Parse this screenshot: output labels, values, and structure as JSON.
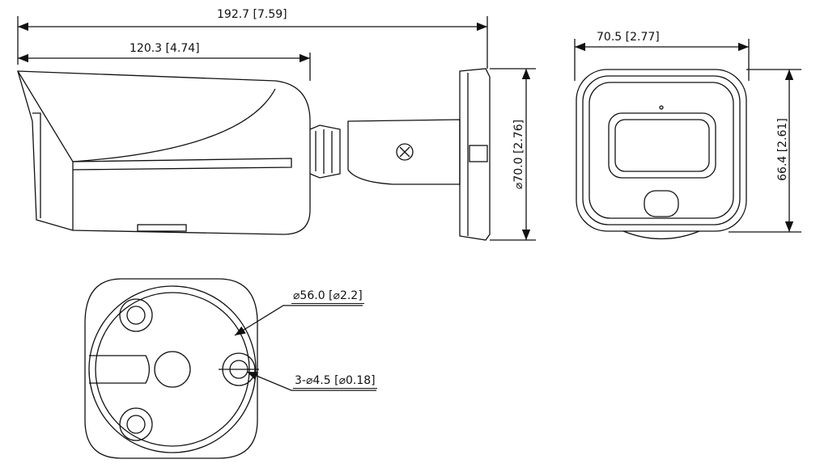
{
  "dimensions": {
    "total_length": "192.7 [7.59]",
    "body_length": "120.3 [4.74]",
    "mount_diameter": "⌀70.0 [2.76]",
    "front_width": "70.5 [2.77]",
    "front_height": "66.4 [2.61]",
    "base_diameter": "⌀56.0 [⌀2.2]",
    "holes": "3-⌀4.5 [⌀0.18]"
  }
}
